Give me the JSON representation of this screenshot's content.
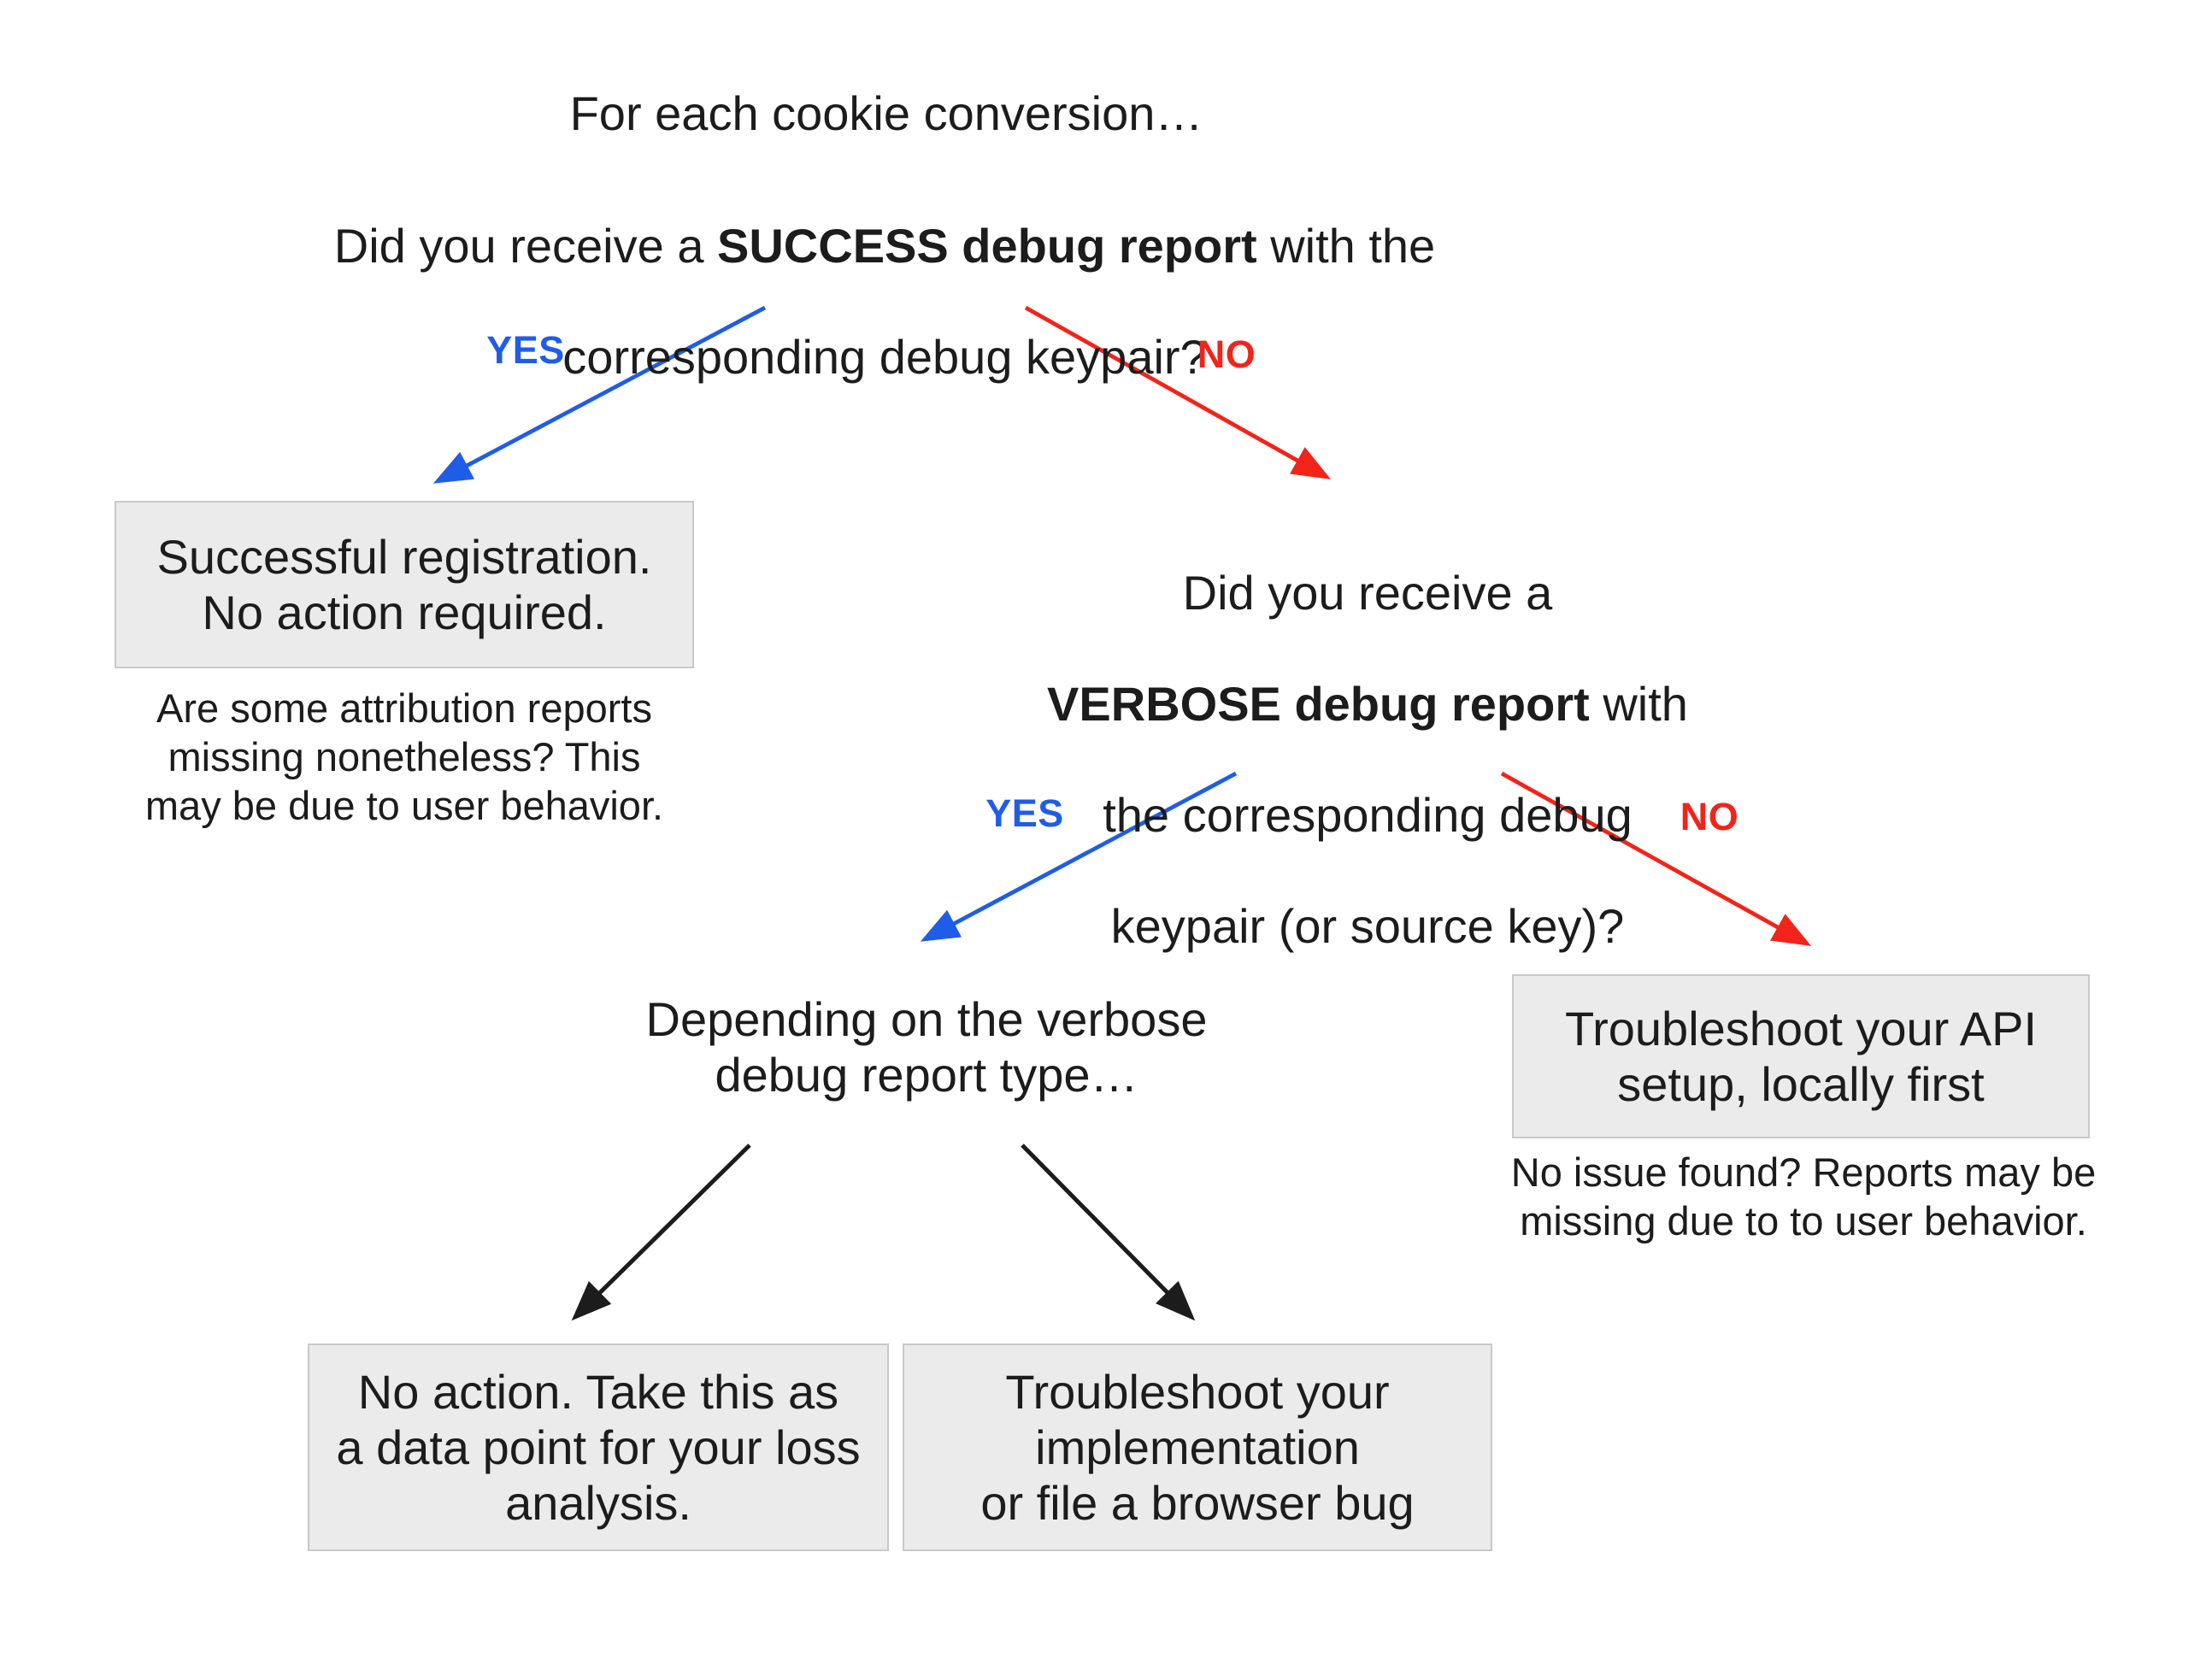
{
  "colors": {
    "yes": "#1f5de8",
    "no": "#f2241a",
    "neutral": "#1c1c1c",
    "box_fill": "#ebebeb",
    "box_border": "#c9c9c9"
  },
  "flow": {
    "intro": "For each cookie conversion…",
    "q_success": {
      "line1_pre": "Did you receive a ",
      "line1_bold": "SUCCESS debug report",
      "line1_post": " with the",
      "line2": "corresponding debug keypair?"
    },
    "labels": {
      "yes1": "YES",
      "no1": "NO",
      "yes2": "YES",
      "no2": "NO"
    },
    "box_success": "Successful registration.\nNo action required.",
    "note_success": "Are some attribution reports\nmissing nonetheless? This\nmay be due to user behavior.",
    "q_verbose": {
      "line1": "Did you receive a",
      "line2_bold": "VERBOSE debug report",
      "line2_post": " with",
      "line3": "the corresponding debug",
      "line4": "keypair (or source key)?"
    },
    "node_depending": "Depending on the verbose\ndebug report type…",
    "box_no_action": "No action. Take this as\na data point for your loss\nanalysis.",
    "box_implementation": "Troubleshoot your\nimplementation\nor file a browser bug",
    "box_api": "Troubleshoot your API\nsetup, locally first",
    "note_api": "No issue found? Reports may be\nmissing due to to user behavior."
  }
}
